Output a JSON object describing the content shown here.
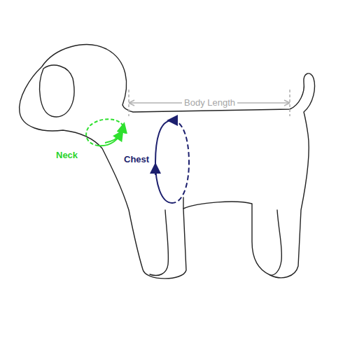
{
  "diagram": {
    "labels": [
      "Body Length",
      "Neck",
      "Chest"
    ]
  }
}
